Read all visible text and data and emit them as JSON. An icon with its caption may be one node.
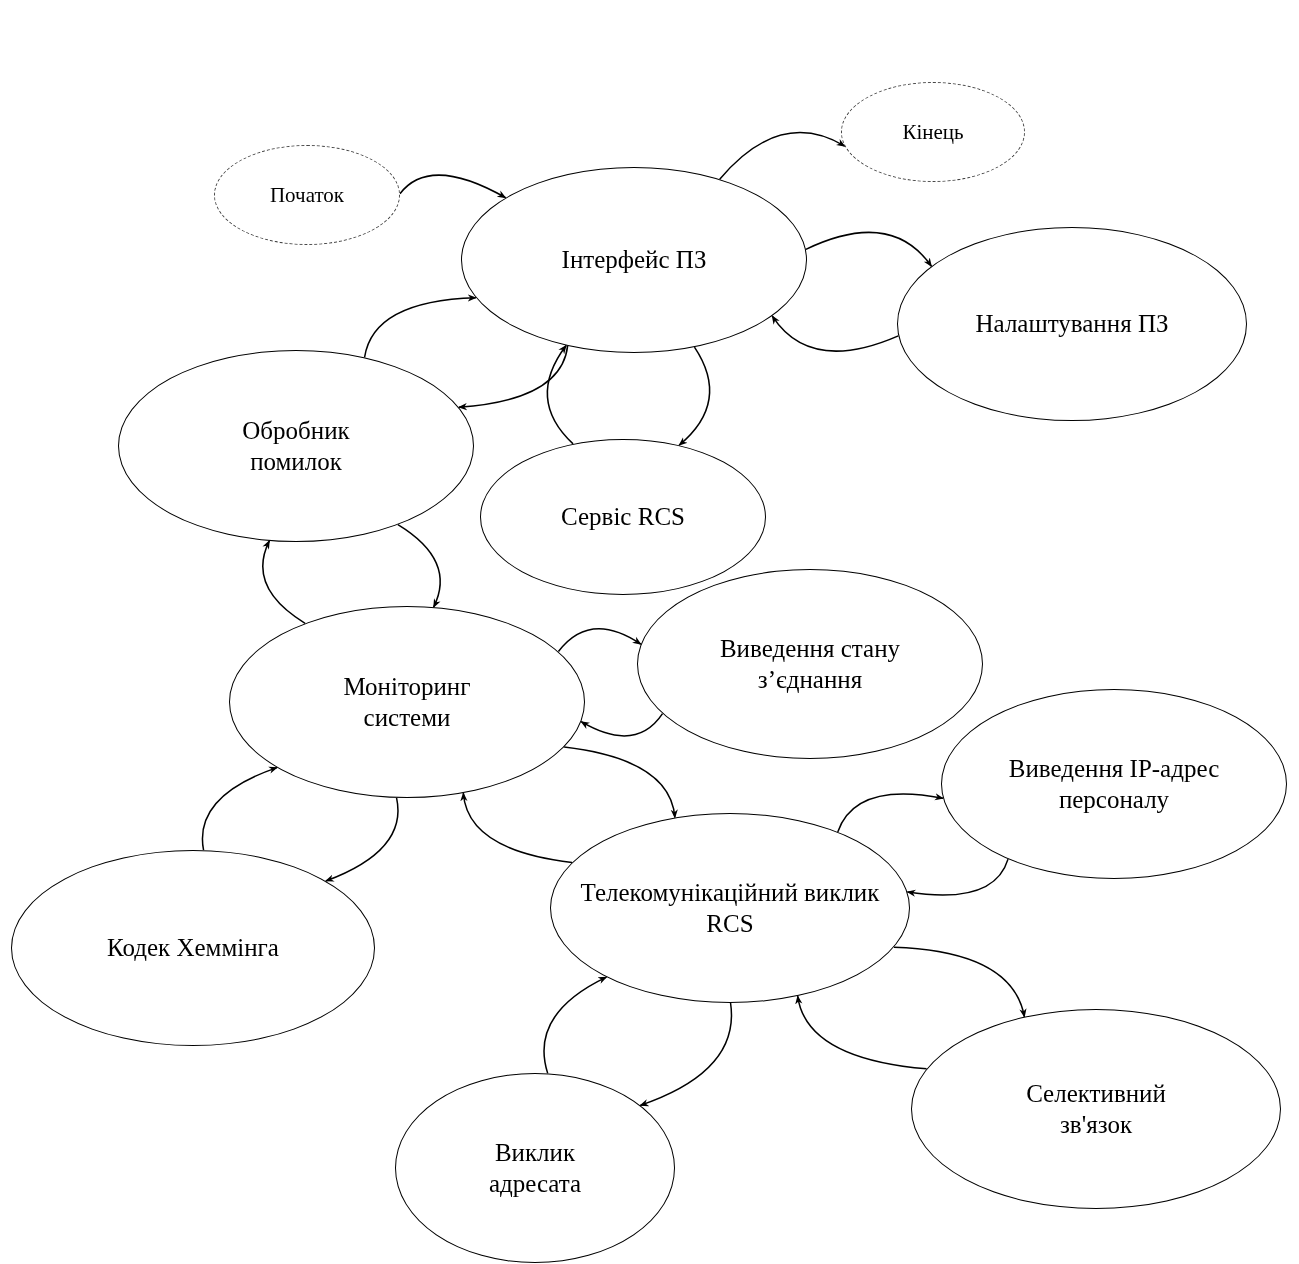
{
  "diagram": {
    "nodes": [
      {
        "text": [
          "Початок"
        ]
      },
      {
        "text": [
          "Кінець"
        ]
      },
      {
        "text": [
          "Інтерфейс ПЗ"
        ]
      },
      {
        "text": [
          "Налаштування ПЗ"
        ]
      },
      {
        "text": [
          "Обробник помилок"
        ]
      },
      {
        "text": [
          "Сервіс RCS"
        ]
      },
      {
        "text": [
          "Моніторинг системи"
        ]
      },
      {
        "text": [
          "Виведення стану з’єднання"
        ]
      },
      {
        "text": [
          "Виведення IP-адрес персоналу"
        ]
      },
      {
        "text": [
          "Кодек Хеммінга"
        ]
      },
      {
        "text": [
          "Телекомунікаційний виклик RCS"
        ]
      },
      {
        "text": [
          "Селективний зв'язок"
        ]
      },
      {
        "text": [
          "Виклик адресата"
        ]
      }
    ],
    "edges": [
      {
        "from": 0,
        "to": 2,
        "arrow": "to"
      },
      {
        "from": 2,
        "to": 1,
        "arrow": "to"
      },
      {
        "from": 2,
        "to": 3,
        "arrow": "to"
      },
      {
        "from": 3,
        "to": 2,
        "arrow": "to"
      },
      {
        "from": 4,
        "to": 2,
        "arrow": "to"
      },
      {
        "from": 2,
        "to": 4,
        "arrow": "to"
      },
      {
        "from": 5,
        "to": 2,
        "arrow": "to"
      },
      {
        "from": 2,
        "to": 5,
        "arrow": "to"
      },
      {
        "from": 4,
        "to": 6,
        "arrow": "to"
      },
      {
        "from": 6,
        "to": 4,
        "arrow": "to"
      },
      {
        "from": 6,
        "to": 7,
        "arrow": "to"
      },
      {
        "from": 7,
        "to": 6,
        "arrow": "to"
      },
      {
        "from": 6,
        "to": 10,
        "arrow": "to"
      },
      {
        "from": 10,
        "to": 6,
        "arrow": "to"
      },
      {
        "from": 9,
        "to": 6,
        "arrow": "to"
      },
      {
        "from": 6,
        "to": 9,
        "arrow": "to"
      },
      {
        "from": 10,
        "to": 8,
        "arrow": "to"
      },
      {
        "from": 8,
        "to": 10,
        "arrow": "to"
      },
      {
        "from": 10,
        "to": 11,
        "arrow": "to"
      },
      {
        "from": 11,
        "to": 10,
        "arrow": "to"
      },
      {
        "from": 12,
        "to": 10,
        "arrow": "to"
      },
      {
        "from": 10,
        "to": 12,
        "arrow": "to"
      }
    ]
  }
}
